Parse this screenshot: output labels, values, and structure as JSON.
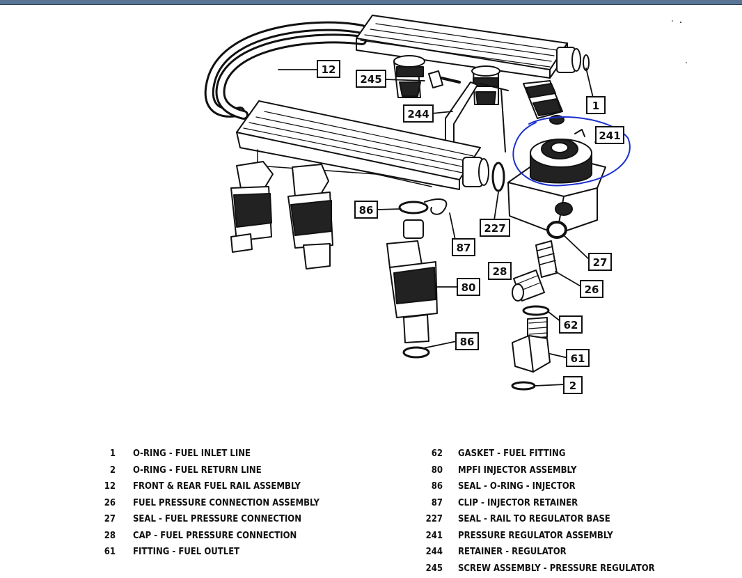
{
  "callouts": {
    "c1": "1",
    "c2": "2",
    "c12": "12",
    "c26": "26",
    "c27": "27",
    "c28": "28",
    "c61": "61",
    "c62": "62",
    "c80": "80",
    "c86a": "86",
    "c86b": "86",
    "c87": "87",
    "c227": "227",
    "c241": "241",
    "c244": "244",
    "c245": "245"
  },
  "legend_left": [
    {
      "num": "1",
      "desc": "O-RING - FUEL INLET LINE"
    },
    {
      "num": "2",
      "desc": "O-RING - FUEL RETURN LINE"
    },
    {
      "num": "12",
      "desc": "FRONT & REAR FUEL RAIL ASSEMBLY"
    },
    {
      "num": "26",
      "desc": "FUEL PRESSURE CONNECTION ASSEMBLY"
    },
    {
      "num": "27",
      "desc": "SEAL - FUEL PRESSURE CONNECTION"
    },
    {
      "num": "28",
      "desc": "CAP - FUEL PRESSURE CONNECTION"
    },
    {
      "num": "61",
      "desc": "FITTING - FUEL OUTLET"
    }
  ],
  "legend_right": [
    {
      "num": "62",
      "desc": "GASKET - FUEL FITTING"
    },
    {
      "num": "80",
      "desc": "MPFI INJECTOR ASSEMBLY"
    },
    {
      "num": "86",
      "desc": "SEAL - O-RING - INJECTOR"
    },
    {
      "num": "87",
      "desc": "CLIP - INJECTOR RETAINER"
    },
    {
      "num": "227",
      "desc": "SEAL - RAIL TO REGULATOR BASE"
    },
    {
      "num": "241",
      "desc": "PRESSURE REGULATOR ASSEMBLY"
    },
    {
      "num": "244",
      "desc": "RETAINER - REGULATOR"
    },
    {
      "num": "245",
      "desc": "SCREW ASSEMBLY - PRESSURE REGULATOR"
    }
  ],
  "colors": {
    "topbar": "#5a7494",
    "highlight_circle": "#1a2fcf",
    "ink": "#111111"
  }
}
